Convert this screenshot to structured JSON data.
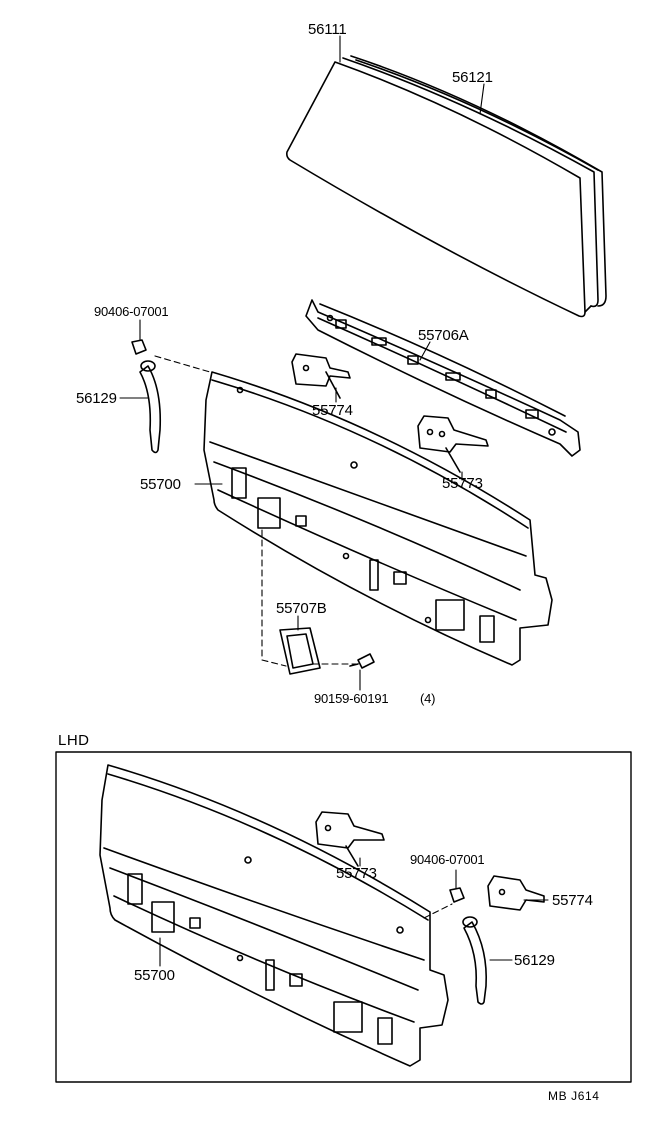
{
  "callouts": {
    "p56111": "56111",
    "p56121": "56121",
    "p90406_top": "90406-07001",
    "p55706A": "55706A",
    "p56129_top": "56129",
    "p55774_top": "55774",
    "p55773_top": "55773",
    "p55700_top": "55700",
    "p55707B": "55707B",
    "p90159": "90159-60191",
    "p90159_qty": "(4)",
    "p55773_lhd": "55773",
    "p90406_lhd": "90406-07001",
    "p55774_lhd": "55774",
    "p56129_lhd": "56129",
    "p55700_lhd": "55700"
  },
  "inset": {
    "heading": "LHD"
  },
  "footer": {
    "code": "MB  J614"
  }
}
